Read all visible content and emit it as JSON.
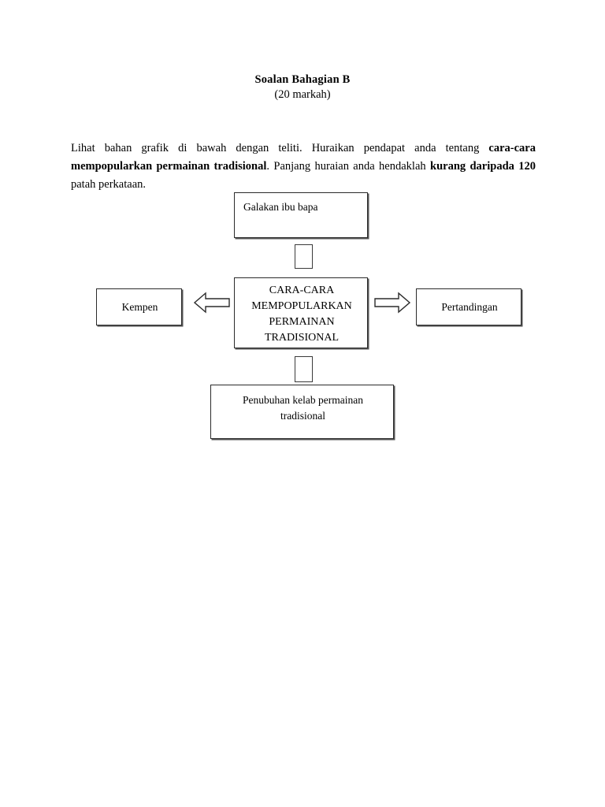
{
  "heading": {
    "title": "Soalan Bahagian B",
    "marks": "(20 markah)"
  },
  "instruction": {
    "part1": "Lihat bahan grafik di bawah dengan teliti.   Huraikan pendapat anda tentang ",
    "bold1": "cara-cara mempopularkan permainan tradisional",
    "part2": ".   Panjang huraian anda hendaklah ",
    "bold2": "kurang daripada 120",
    "part3": " patah perkataan."
  },
  "diagram": {
    "center": {
      "line1": "CARA-CARA",
      "line2": "MEMPOPULARKAN",
      "line3": "PERMAINAN",
      "line4": "TRADISIONAL"
    },
    "top": {
      "label": "Galakan ibu bapa"
    },
    "left": {
      "label": "Kempen"
    },
    "right": {
      "label": "Pertandingan"
    },
    "bottom": {
      "line1": "Penubuhan kelab permainan",
      "line2": "tradisional"
    },
    "arrows": {
      "left_direction": "left",
      "right_direction": "right"
    }
  }
}
